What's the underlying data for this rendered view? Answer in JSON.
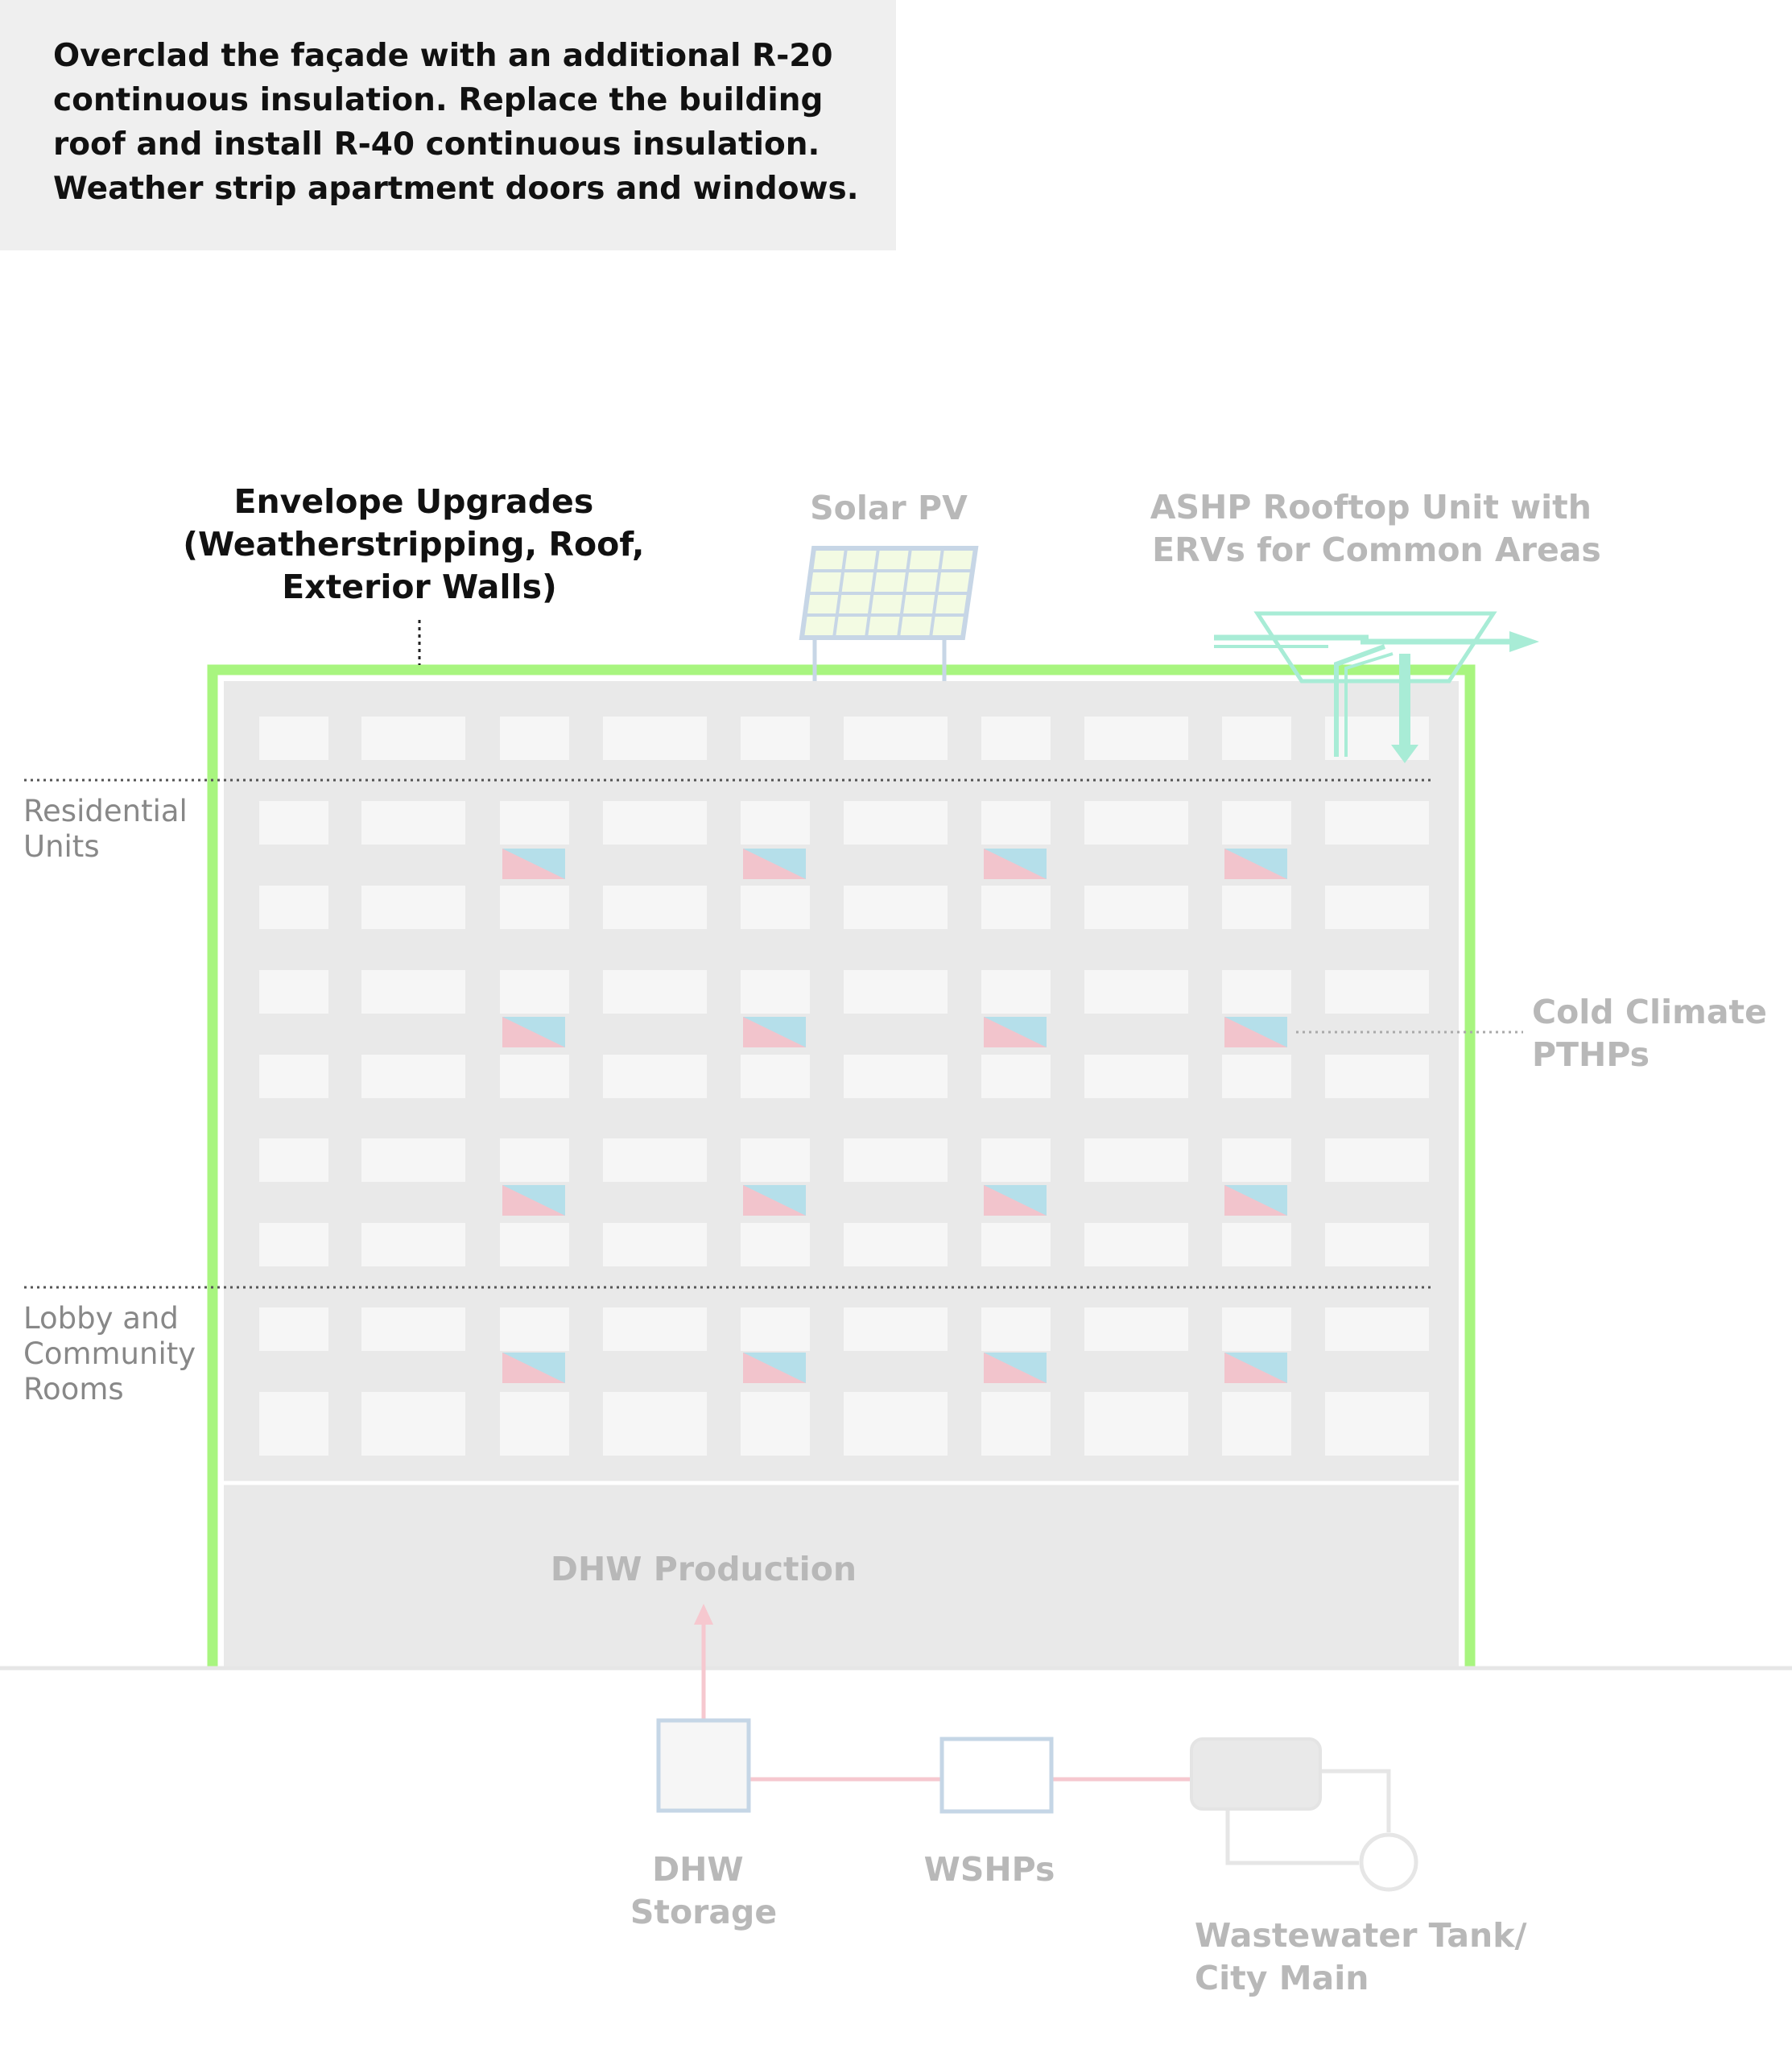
{
  "note": {
    "lines": [
      "Overclad the façade with an additional R-20",
      "continuous insulation. Replace the building",
      "roof and install R-40 continuous insulation.",
      "Weather strip apartment doors and windows."
    ]
  },
  "labels": {
    "envelope": [
      "Envelope Upgrades",
      "(Weatherstripping, Roof,",
      "Exterior Walls)"
    ],
    "solar": [
      "Solar PV"
    ],
    "ashp": [
      "ASHP Rooftop Unit with",
      "ERVs for Common Areas"
    ],
    "residential": [
      "Residential",
      "Units"
    ],
    "lobby": [
      "Lobby and",
      "Community",
      "Rooms"
    ],
    "pthp": [
      "Cold Climate",
      "PTHPs"
    ],
    "dhw_production": [
      "DHW Production"
    ],
    "dhw_storage": [
      "DHW",
      "Storage"
    ],
    "wshp": [
      "WSHPs"
    ],
    "wastewater": [
      "Wastewater Tank/",
      "City Main"
    ]
  },
  "colors": {
    "envelope_outline": "#a8f57f",
    "building_fill": "#e9e9e9",
    "window_fill": "#f6f6f6",
    "pthp_warm": "#f2c4cc",
    "pthp_cool": "#b5dfea",
    "ashp_unit": "#a8ecd6",
    "solar_panel": "#c7d6e6",
    "solar_fill": "#f3fbe3",
    "water_line": "#f6c8cf",
    "box_outline": "#c5d6e6",
    "muted_text": "#b8b8b8",
    "label_text": "#888888",
    "ground": "#e6e6e6"
  }
}
